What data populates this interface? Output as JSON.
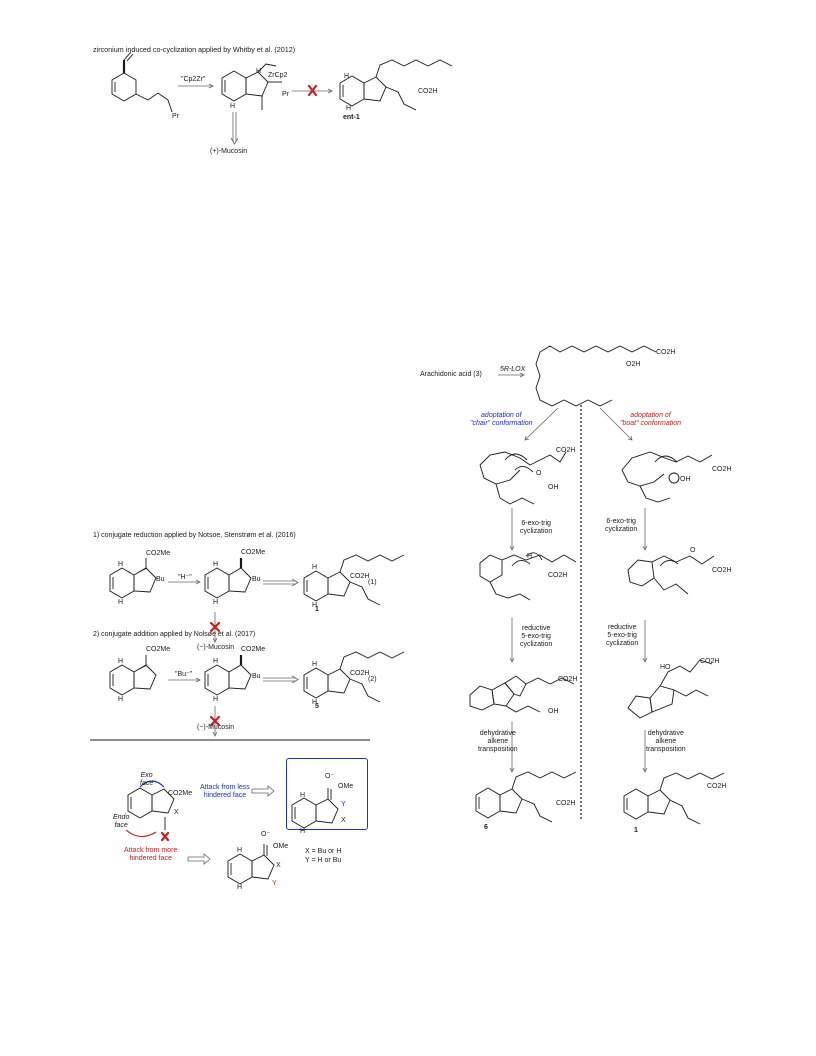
{
  "whitby": {
    "title": "zirconium induced co-cyclization applied by Whitby et al. (2012)",
    "reagent": "\"Cp2Zr\"",
    "zr": "ZrCp2",
    "pr1": "Pr",
    "pr2": "Pr",
    "h_top": "H",
    "h_bot": "H",
    "h_ent": "H",
    "h_ent2": "H",
    "product": "CO2H",
    "ent_label": "ent-1",
    "mucosin": "(+)-Mucosin"
  },
  "notsoe1": {
    "title": "1) conjugate reduction applied by Notsoe, Stenstrøm et al. (2016)",
    "ester1": "CO2Me",
    "ester2": "CO2Me",
    "bu1": "Bu",
    "bu2": "Bu",
    "hydride": "\"H⁻\"",
    "h1": "H",
    "h2": "H",
    "h3": "H",
    "h4": "H",
    "h5": "H",
    "h6": "H",
    "product": "CO2H",
    "eq": "(1)",
    "num": "1",
    "mucosin": "(−)-Mucosin"
  },
  "notsoe2": {
    "title": "2) conjugate addition applied by Nolsøe et al. (2017)",
    "ester1": "CO2Me",
    "ester2": "CO2Me",
    "bu": "Bu",
    "reagent": "\"Bu⁻\"",
    "h1": "H",
    "h2": "H",
    "h3": "H",
    "h4": "H",
    "h5": "H",
    "h6": "H",
    "product": "CO2H",
    "eq": "(2)",
    "num": "5",
    "mucosin": "(−)-Mucosin"
  },
  "faces": {
    "exo": "Exo\nface",
    "endo": "Endo\nface",
    "ester": "CO2Me",
    "x": "X",
    "less": "Attack from less\nhindered face",
    "more": "Attack from more\nhindered face",
    "legend1": "X = Bu or H",
    "legend2": "Y = H or Bu",
    "ome1": "OMe",
    "ome2": "OMe",
    "y1": "Y",
    "x1": "X",
    "x2": "X",
    "y2": "Y",
    "o1": "O⁻",
    "o2": "O⁻",
    "h1": "H",
    "h2": "H",
    "h3": "H",
    "h4": "H"
  },
  "biosynth": {
    "start": "Arachidonic acid (3)",
    "enzyme": "5R-LOX",
    "acid": "CO2H",
    "ooh": "O2H",
    "chair": "adoptation of\n\"chair\" conformation",
    "boat": "adoptation of\n\"boat\" conformation",
    "step1": "6-exo-trig\ncyclization",
    "step1b": "6-exo-trig\ncyclization",
    "step2": "reductive\n5-exo-trig\ncyclization",
    "step2b": "reductive\n5-exo-trig\ncyclization",
    "step3": "dehydrative\nalkene\ntransposition",
    "step3b": "dehydrative\nalkene\ntransposition",
    "left_acids": [
      "CO2H",
      "CO2H",
      "CO2H",
      "CO2H"
    ],
    "right_acids": [
      "CO2H",
      "CO2H",
      "CO2H",
      "CO2H"
    ],
    "oh": "OH",
    "oh2": "OH",
    "oh3": "OH",
    "ho": "HO",
    "o_lbl": "O",
    "o_lbl2": "O",
    "h_lbl": "H",
    "prod_left": "6",
    "prod_right": "1"
  }
}
